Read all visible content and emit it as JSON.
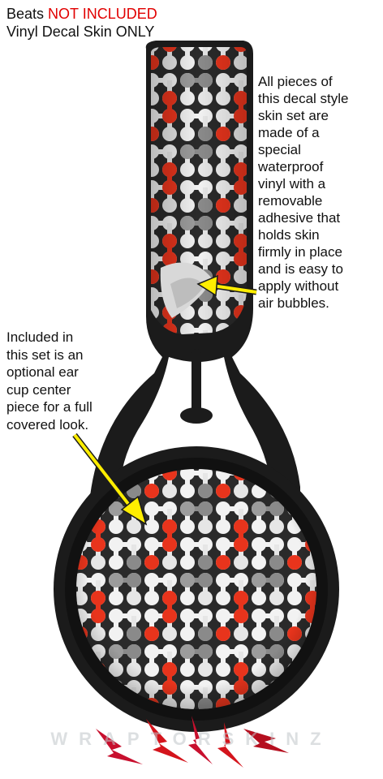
{
  "header": {
    "line1_prefix": "Beats ",
    "line1_accent": "NOT INCLUDED",
    "line2": "Vinyl Decal Skin ONLY"
  },
  "right_description": {
    "lines": [
      "All pieces of",
      "this decal style",
      "skin set are",
      "made of a",
      "special",
      "waterproof",
      "vinyl with a",
      "removable",
      "adhesive that",
      "holds skin",
      "firmly in place",
      "and is easy to",
      "apply without",
      "air bubbles."
    ]
  },
  "left_description": {
    "lines": [
      "Included in",
      "this set is an",
      "optional ear",
      "cup center",
      "piece for a full",
      "covered look."
    ]
  },
  "logo": {
    "text": "WRAPTORSKINZ"
  },
  "colors": {
    "accent_red": "#e10000",
    "headphone_black": "#1b1b1b",
    "pattern_red": "#e8341c",
    "pattern_white": "#f2f2f2",
    "pattern_gray": "#8a8a8a",
    "pattern_dark": "#2a2a2a",
    "arrow_yellow": "#ffee00"
  }
}
